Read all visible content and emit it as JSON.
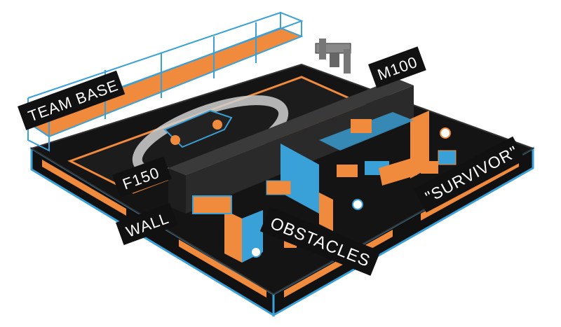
{
  "labels": {
    "team_base": "TEAM BASE",
    "m100": "M100",
    "f150": "F150",
    "wall": "WALL",
    "obstacles": "OBSTACLES",
    "survivor": "\"SURVIVOR\""
  },
  "colors": {
    "orange": "#f08a3c",
    "blue": "#3aa0d8",
    "floor": "#141414",
    "wall": "#2a2a2a",
    "banner": "#111111"
  }
}
